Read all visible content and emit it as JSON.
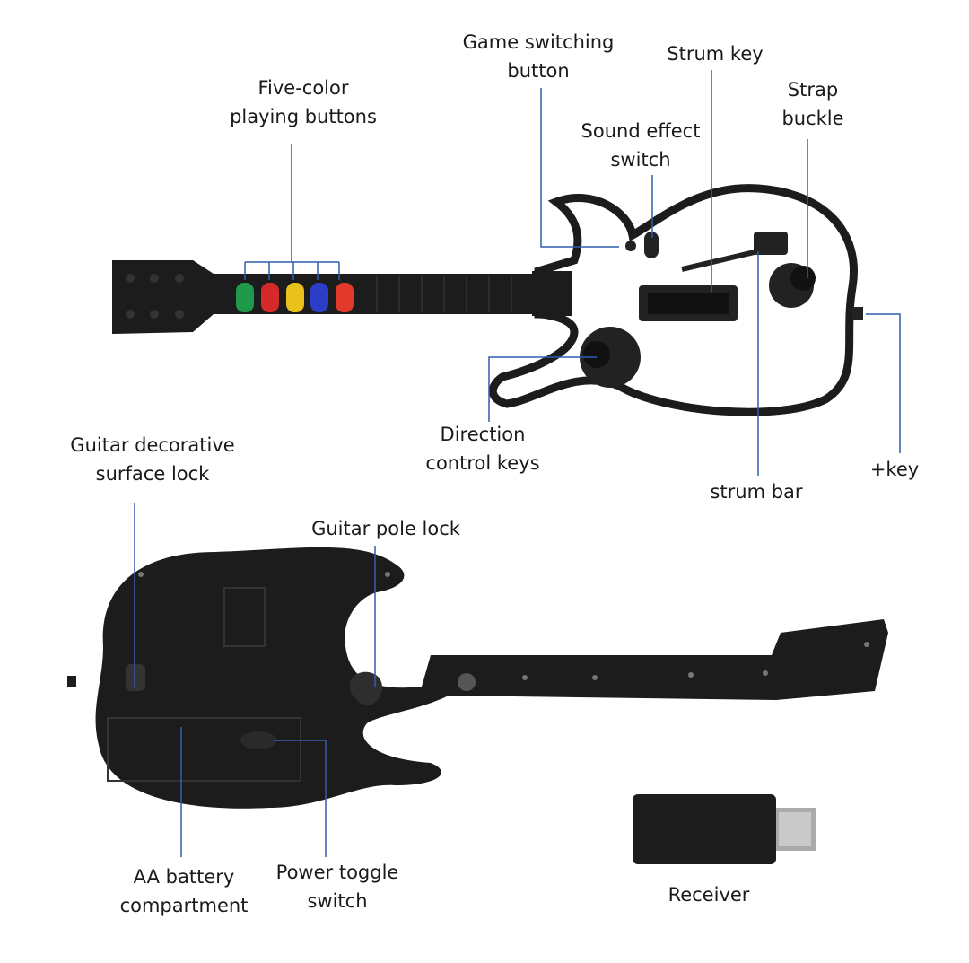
{
  "labels": {
    "five_color": [
      "Five-color",
      "playing buttons"
    ],
    "game_switching": [
      "Game switching",
      "button"
    ],
    "strum_key": [
      "Strum key"
    ],
    "strap_buckle": [
      "Strap",
      "buckle"
    ],
    "sound_effect": [
      "Sound effect",
      "switch"
    ],
    "direction_keys": [
      "Direction",
      "control keys"
    ],
    "strum_bar": [
      "strum bar"
    ],
    "plus_key": [
      "+key"
    ],
    "decorative_lock": [
      "Guitar decorative",
      "surface lock"
    ],
    "pole_lock": [
      "Guitar pole lock"
    ],
    "battery": [
      "AA battery",
      "compartment"
    ],
    "power_switch": [
      "Power toggle",
      "switch"
    ],
    "receiver": [
      "Receiver"
    ]
  },
  "colors": {
    "leader_line": "#2f5fae",
    "fret_buttons": [
      "#1e9a4a",
      "#d42a2a",
      "#e8c21a",
      "#2a3ec8",
      "#e23a2a"
    ],
    "guitar_black": "#1c1c1c"
  }
}
